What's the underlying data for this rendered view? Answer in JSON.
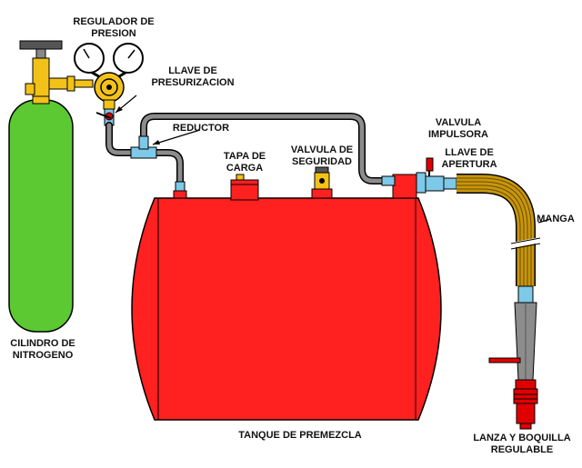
{
  "labels": {
    "regulator": [
      "REGULADOR DE",
      "PRESION"
    ],
    "pressurizing_valve": [
      "LLAVE DE",
      "PRESURIZACION"
    ],
    "reducer": [
      "REDUCTOR"
    ],
    "fill_cap": [
      "TAPA DE",
      "CARGA"
    ],
    "safety_valve": [
      "VALVULA DE",
      "SEGURIDAD"
    ],
    "impeller_valve": [
      "VALVULA",
      "IMPULSORA"
    ],
    "opening_valve": [
      "LLAVE DE",
      "APERTURA"
    ],
    "hose": [
      "MANGA"
    ],
    "nitrogen_cylinder": [
      "CILINDRO DE",
      "NITROGENO"
    ],
    "premix_tank": [
      "TANQUE DE PREMEZCLA"
    ],
    "lance": [
      "LANZA Y BOQUILLA",
      "REGULABLE"
    ]
  },
  "colors": {
    "cylinder": "#5cc832",
    "tank": "#ff2020",
    "brass": "#f2c218",
    "pipe": "#8c8c8c",
    "fitting": "#7ec8e8",
    "hose": "#c8960c",
    "outline": "#000000"
  }
}
